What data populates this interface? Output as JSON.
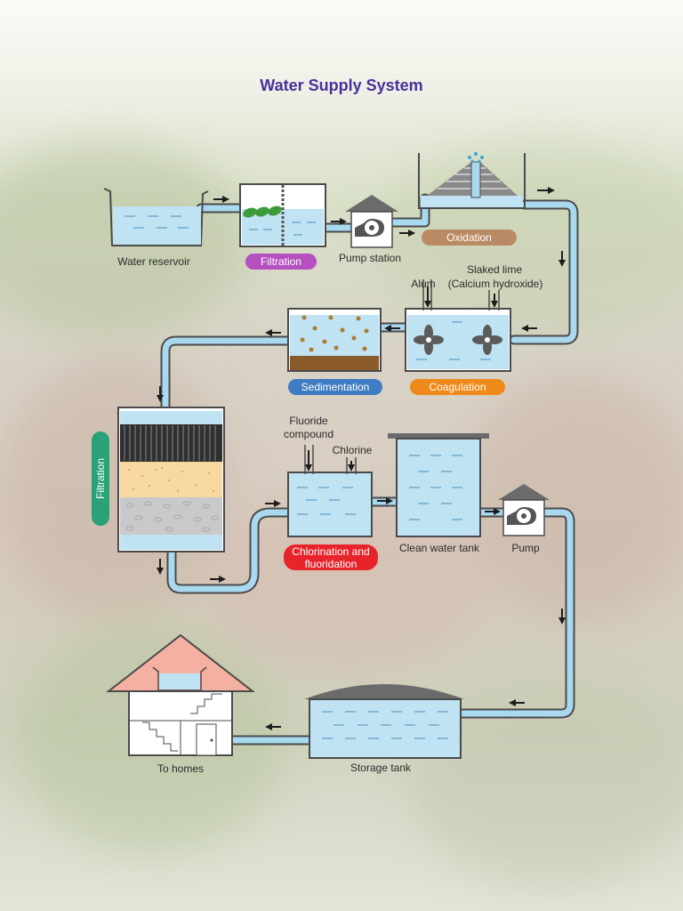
{
  "title": "Water Supply System",
  "labels": {
    "water_reservoir": "Water reservoir",
    "pump_station": "Pump station",
    "slaked_lime_1": "Slaked lime",
    "slaked_lime_2": "(Calcium hydroxide)",
    "alum": "Alum",
    "fluoride_1": "Fluoride",
    "fluoride_2": "compound",
    "chlorine": "Chlorine",
    "clean_water_tank": "Clean water tank",
    "pump": "Pump",
    "to_homes": "To homes",
    "storage_tank": "Storage tank"
  },
  "steps": {
    "filtration_top": "Filtration",
    "oxidation": "Oxidation",
    "sedimentation": "Sedimentation",
    "coagulation": "Coagulation",
    "filtration_side": "Filtration",
    "chlorination_1": "Chlorination and",
    "chlorination_2": "fluoridation"
  },
  "colors": {
    "title": "#4a2f9a",
    "water": "#bfe3f3",
    "pipe": "#a9d9ef",
    "outline": "#4b4b4b",
    "filtration_top": "#b64fc0",
    "oxidation": "#b98a63",
    "sedimentation": "#3f7cc2",
    "coagulation": "#ee8a1c",
    "filtration_side": "#2aa176",
    "chlorination": "#e8242b"
  }
}
